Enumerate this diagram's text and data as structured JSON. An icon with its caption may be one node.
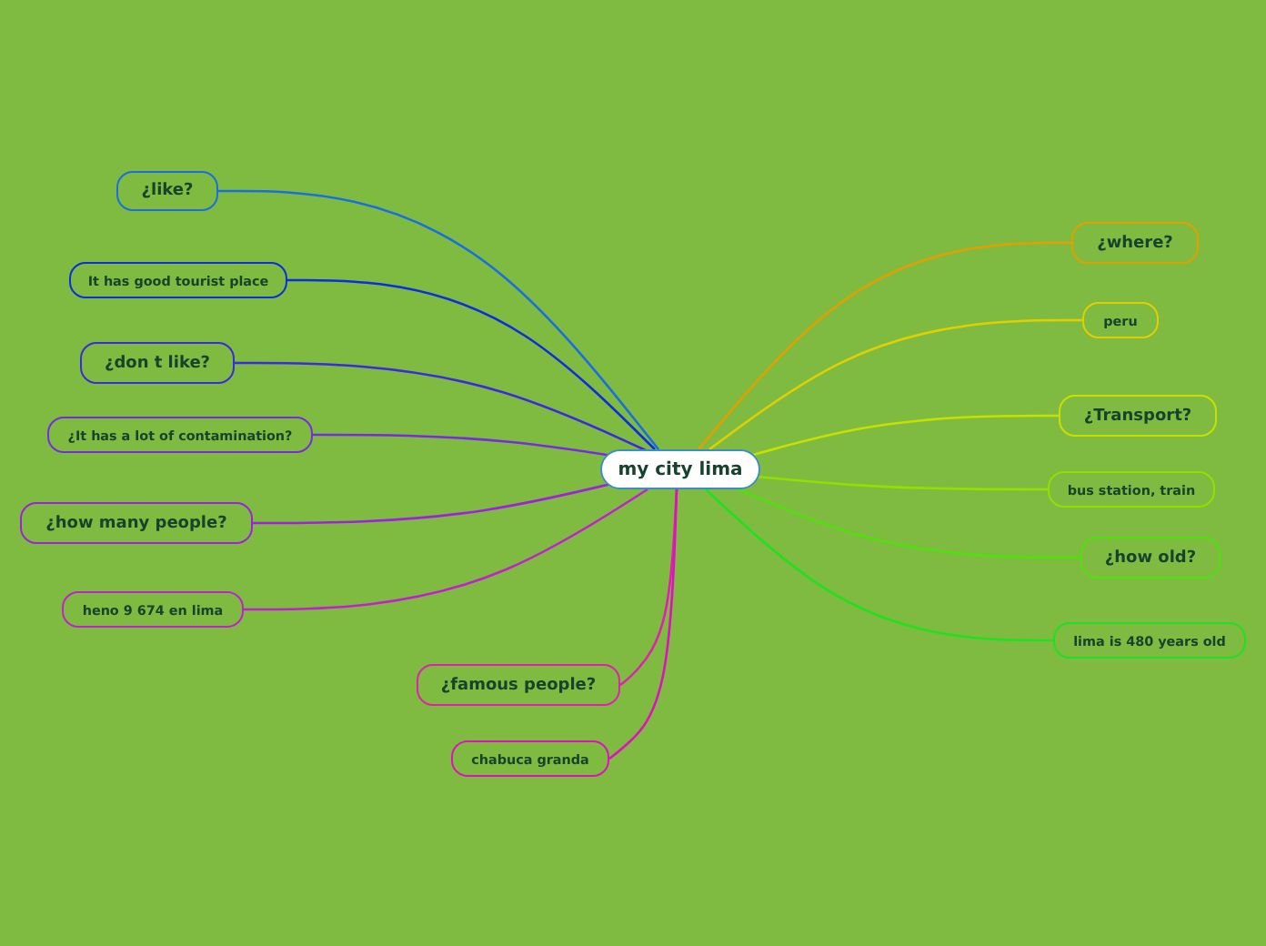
{
  "diagram": {
    "nodes": [
      {
        "text": [
          "my city lima"
        ]
      },
      {
        "text": [
          "¿like?"
        ]
      },
      {
        "text": [
          "It has good tourist place"
        ]
      },
      {
        "text": [
          "¿don t like?"
        ]
      },
      {
        "text": [
          "¿It has a lot of contamination?"
        ]
      },
      {
        "text": [
          "¿how many people?"
        ]
      },
      {
        "text": [
          "heno 9 674 en lima"
        ]
      },
      {
        "text": [
          "¿famous people?"
        ]
      },
      {
        "text": [
          "chabuca granda"
        ]
      },
      {
        "text": [
          "¿where?"
        ]
      },
      {
        "text": [
          "peru"
        ]
      },
      {
        "text": [
          "¿Transport?"
        ]
      },
      {
        "text": [
          "bus station, train"
        ]
      },
      {
        "text": [
          "¿how old?"
        ]
      },
      {
        "text": [
          "lima is 480 years old"
        ]
      }
    ],
    "edges": [
      {
        "from": 0,
        "to": 1,
        "arrow": "none",
        "color": "#1a6fe0"
      },
      {
        "from": 0,
        "to": 2,
        "arrow": "none",
        "color": "#0a2ee0"
      },
      {
        "from": 0,
        "to": 3,
        "arrow": "none",
        "color": "#3a2ae0"
      },
      {
        "from": 0,
        "to": 4,
        "arrow": "none",
        "color": "#7a2ae0"
      },
      {
        "from": 0,
        "to": 5,
        "arrow": "none",
        "color": "#a020e0"
      },
      {
        "from": 0,
        "to": 6,
        "arrow": "none",
        "color": "#c020d0"
      },
      {
        "from": 0,
        "to": 7,
        "arrow": "none",
        "color": "#e020b0"
      },
      {
        "from": 0,
        "to": 8,
        "arrow": "none",
        "color": "#e010c0"
      },
      {
        "from": 0,
        "to": 9,
        "arrow": "none",
        "color": "#e0a000"
      },
      {
        "from": 0,
        "to": 10,
        "arrow": "none",
        "color": "#e0d000"
      },
      {
        "from": 0,
        "to": 11,
        "arrow": "none",
        "color": "#c8e000"
      },
      {
        "from": 0,
        "to": 12,
        "arrow": "none",
        "color": "#90e000"
      },
      {
        "from": 0,
        "to": 13,
        "arrow": "none",
        "color": "#50e010"
      },
      {
        "from": 0,
        "to": 14,
        "arrow": "none",
        "color": "#20e020"
      }
    ]
  }
}
